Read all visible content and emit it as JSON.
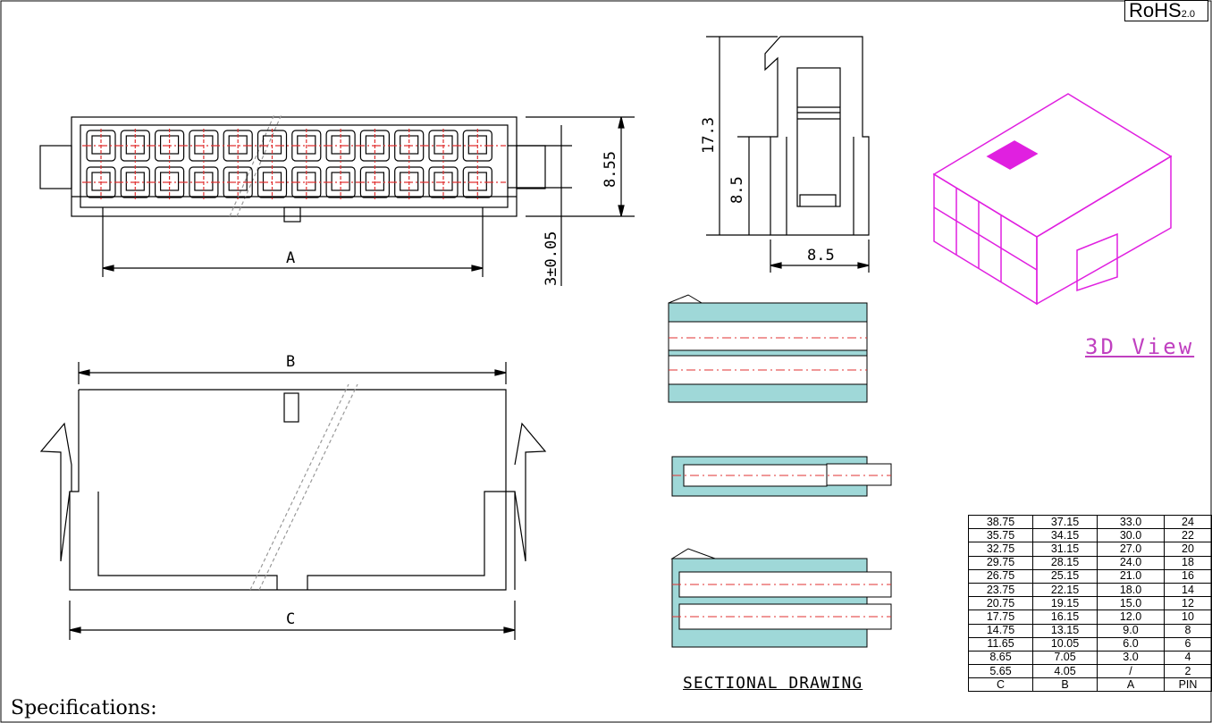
{
  "badge": {
    "rohs": "RoHS",
    "version": "2.0"
  },
  "dimensions": {
    "a": "A",
    "b": "B",
    "c": "C",
    "height_855": "8.55",
    "pitch_3": "3±0.05",
    "height_173": "17.3",
    "height_85": "8.5",
    "width_85": "8.5"
  },
  "captions": {
    "view3d": "3D View",
    "sectional": "SECTIONAL DRAWING",
    "specifications": "Specifications:"
  },
  "colors": {
    "line": "#000000",
    "center_line": "#e03030",
    "section_fill": "#9fd8d8",
    "view3d": "#e020e0"
  },
  "table": {
    "headers": [
      "C",
      "B",
      "A",
      "PIN"
    ],
    "rows": [
      [
        "38.75",
        "37.15",
        "33.0",
        "24"
      ],
      [
        "35.75",
        "34.15",
        "30.0",
        "22"
      ],
      [
        "32.75",
        "31.15",
        "27.0",
        "20"
      ],
      [
        "29.75",
        "28.15",
        "24.0",
        "18"
      ],
      [
        "26.75",
        "25.15",
        "21.0",
        "16"
      ],
      [
        "23.75",
        "22.15",
        "18.0",
        "14"
      ],
      [
        "20.75",
        "19.15",
        "15.0",
        "12"
      ],
      [
        "17.75",
        "16.15",
        "12.0",
        "10"
      ],
      [
        "14.75",
        "13.15",
        "9.0",
        "8"
      ],
      [
        "11.65",
        "10.05",
        "6.0",
        "6"
      ],
      [
        "8.65",
        "7.05",
        "3.0",
        "4"
      ],
      [
        "5.65",
        "4.05",
        "/",
        "2"
      ]
    ]
  }
}
